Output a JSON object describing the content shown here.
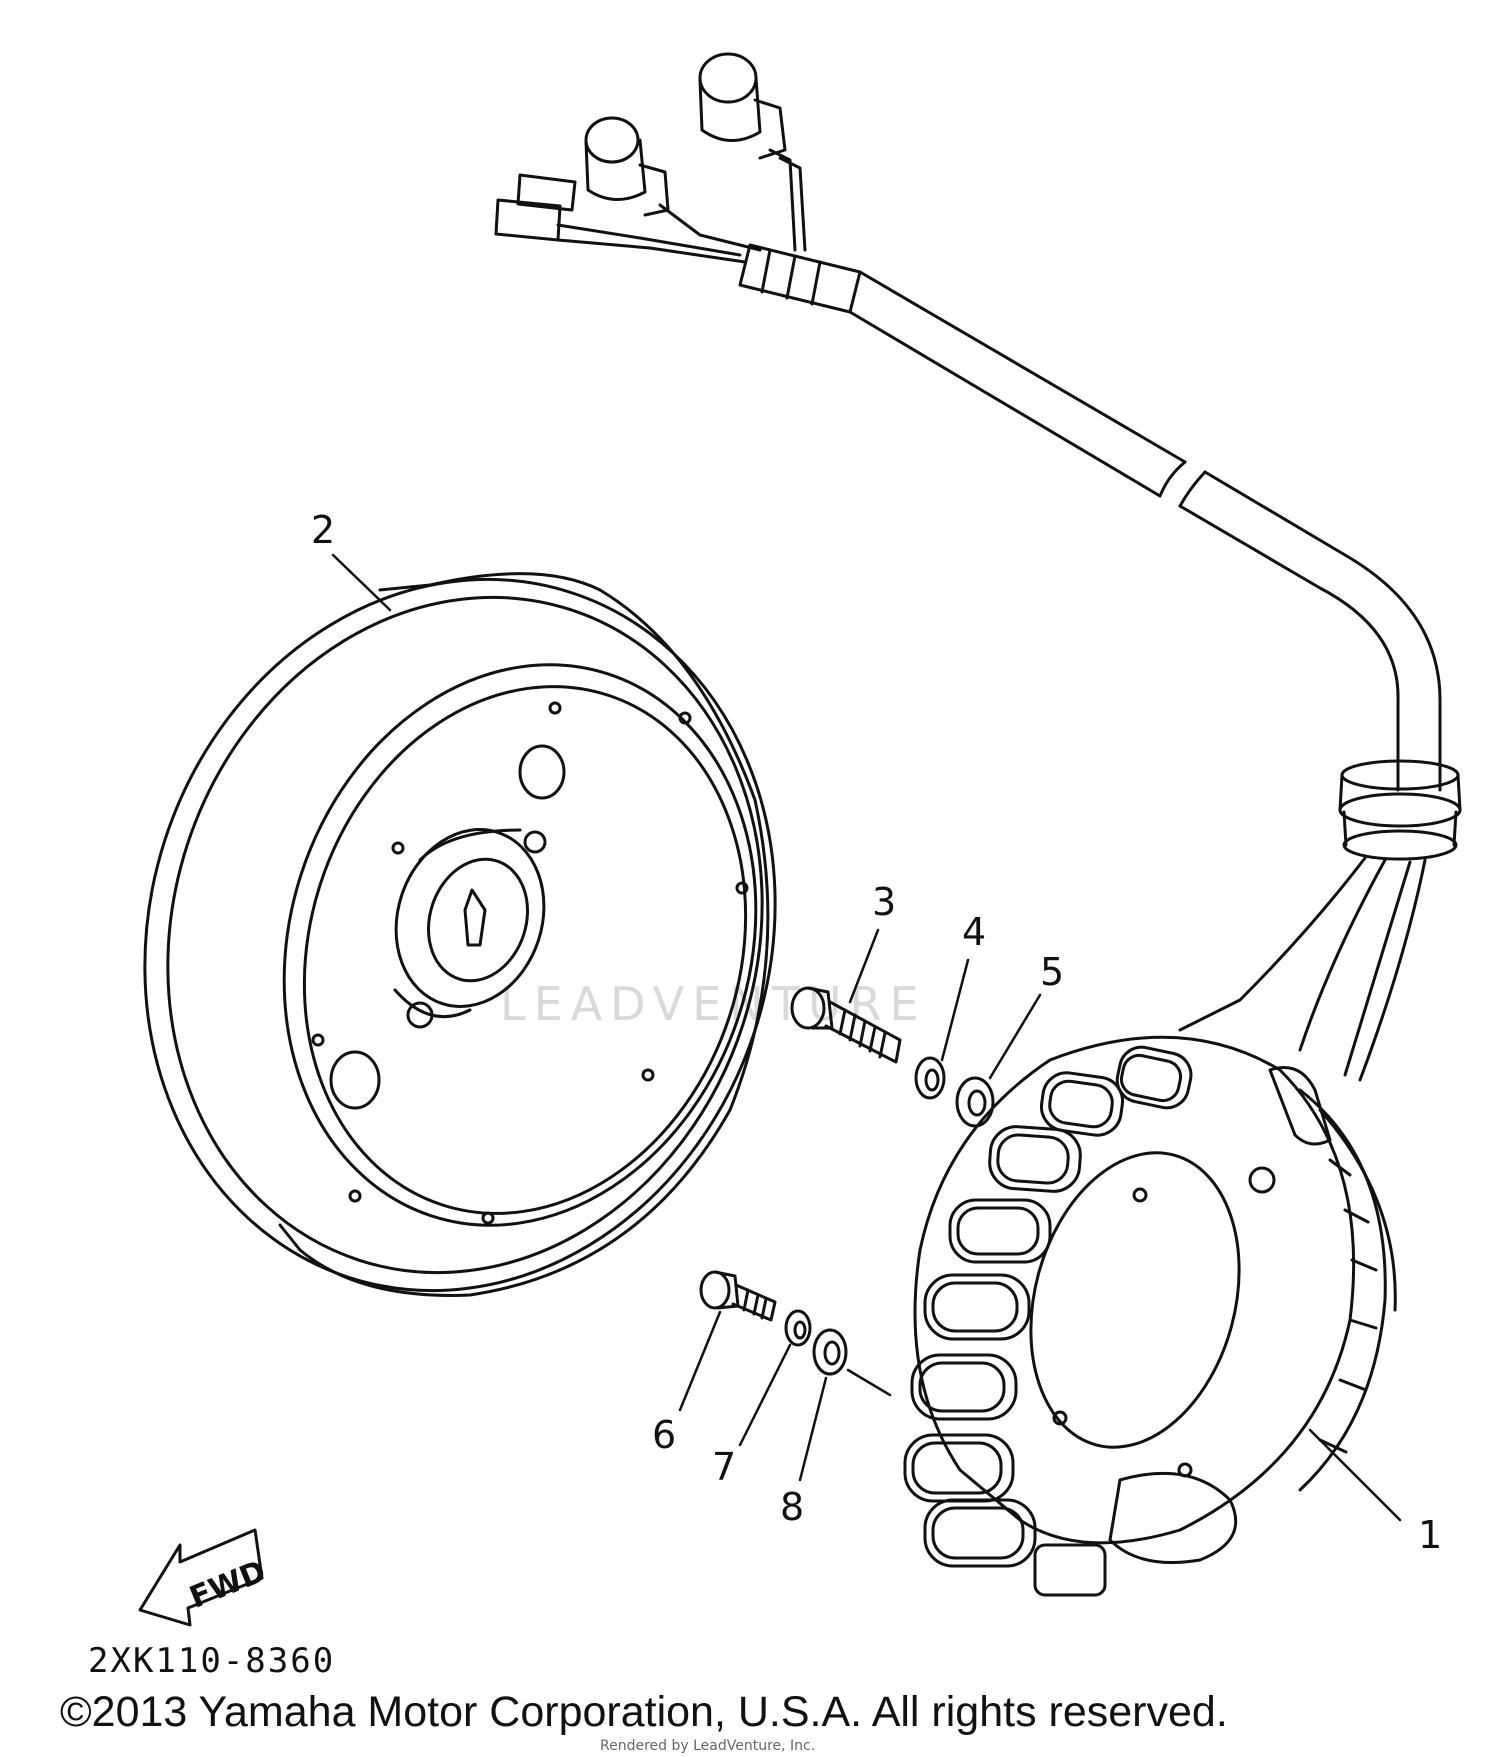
{
  "diagram": {
    "callouts": [
      {
        "id": "1",
        "label": "1"
      },
      {
        "id": "2",
        "label": "2"
      },
      {
        "id": "3",
        "label": "3"
      },
      {
        "id": "4",
        "label": "4"
      },
      {
        "id": "5",
        "label": "5"
      },
      {
        "id": "6",
        "label": "6"
      },
      {
        "id": "7",
        "label": "7"
      },
      {
        "id": "8",
        "label": "8"
      }
    ],
    "part_number": "2XK110-8360",
    "fwd_label": "FWD",
    "watermark_text": "LEADVENTURE",
    "copyright": "©2013 Yamaha Motor Corporation, U.S.A. All rights reserved.",
    "rendered_by": "Rendered by LeadVenture, Inc."
  }
}
